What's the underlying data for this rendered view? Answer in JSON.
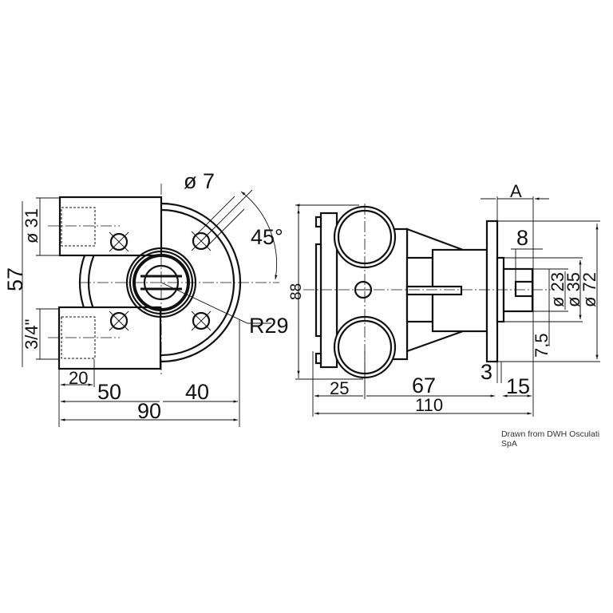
{
  "front_view": {
    "dim_height": "57",
    "dim_port_dia": "ø 31",
    "dim_thread": "3/4\"",
    "dim_port_len": "20",
    "dim_left": "50",
    "dim_right": "40",
    "dim_width": "90",
    "dim_hole_dia": "ø 7",
    "dim_angle": "45°",
    "dim_radius": "R29"
  },
  "side_view": {
    "dim_height": "88",
    "dim_a": "A",
    "dim_key": "8",
    "dim_d23": "ø 23",
    "dim_d35": "ø 35",
    "dim_d72": "ø 72",
    "dim_75": "7,5",
    "dim_3": "3",
    "dim_15": "15",
    "dim_25": "25",
    "dim_67": "67",
    "dim_110": "110"
  },
  "credit": "Drawn from DWH Osculati SpA"
}
